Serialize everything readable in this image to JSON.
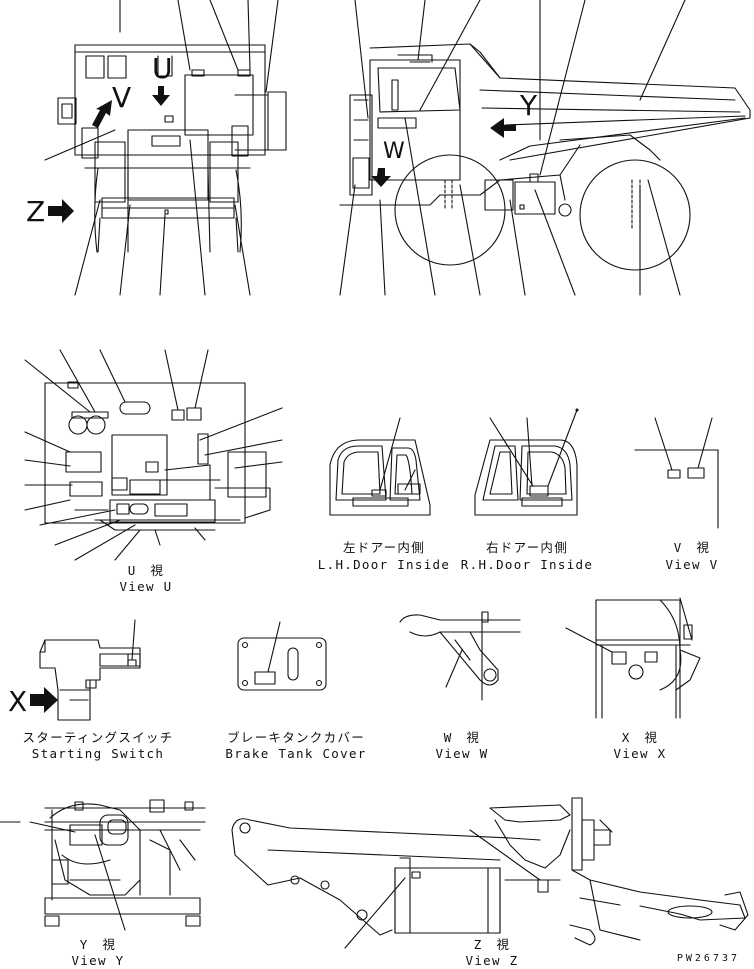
{
  "views": {
    "view_u": {
      "jp": "U　視",
      "en": "View U"
    },
    "lh_door": {
      "jp": "左ドアー内側",
      "en": "L.H.Door Inside"
    },
    "rh_door": {
      "jp": "右ドアー内側",
      "en": "R.H.Door Inside"
    },
    "view_v": {
      "jp": "V　視",
      "en": "View V"
    },
    "starting_switch": {
      "jp": "スターティングスイッチ",
      "en": "Starting Switch"
    },
    "brake_tank": {
      "jp": "ブレーキタンクカバー",
      "en": "Brake Tank Cover"
    },
    "view_w": {
      "jp": "W　視",
      "en": "View W"
    },
    "view_x": {
      "jp": "X　視",
      "en": "View X"
    },
    "view_y": {
      "jp": "Y　視",
      "en": "View Y"
    },
    "view_z": {
      "jp": "Z　視",
      "en": "View Z"
    }
  },
  "markers": {
    "u": "U",
    "v": "V",
    "w": "W",
    "x": "X",
    "y": "Y",
    "z": "Z"
  },
  "drawing_number": "PW26737"
}
